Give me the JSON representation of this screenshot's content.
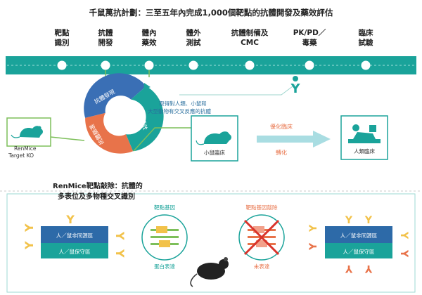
{
  "title": "千鼠萬抗計劃：三至五年內完成1,000個靶點的抗體開發及藥效評估",
  "stages": [
    {
      "l1": "靶點",
      "l2": "識別"
    },
    {
      "l1": "抗體",
      "l2": "開發"
    },
    {
      "l1": "體內",
      "l2": "藥效"
    },
    {
      "l1": "體外",
      "l2": "測試"
    },
    {
      "l1": "抗體制備及",
      "l2": "CMC"
    },
    {
      "l1": "PK/PD／",
      "l2": "毒藥"
    },
    {
      "l1": "臨床",
      "l2": "試驗"
    }
  ],
  "cycle": {
    "seg1": "抗體發現",
    "seg2": "體內藥效",
    "seg3": "抗體篩選"
  },
  "cross_note": {
    "l1": "取得對人類、小鼠和",
    "l2": "大型動物有交叉反應的抗體"
  },
  "renmice": {
    "l1": "RenMice",
    "l2": "Target KO"
  },
  "mouse_clinic": "小鼠臨床",
  "translation": {
    "top": "優化臨床",
    "bottom": "轉化"
  },
  "human_clinic": "人類臨床",
  "knockout": {
    "l1": "RenMice靶點敲除：抗體的",
    "l2": "多表位及多物種交叉識別"
  },
  "left_panel": {
    "top": "人／鼠非同源區",
    "bottom": "人／鼠保守區"
  },
  "gene_left": {
    "title": "靶點基因",
    "caption": "蛋白表達"
  },
  "gene_right": {
    "title": "靶點基因敲除",
    "caption": "未表達"
  },
  "right_panel": {
    "top": "人／鼠非同源區",
    "bottom": "人／鼠保守區"
  },
  "colors": {
    "teal": "#1aa39a",
    "blue": "#3a6fb5",
    "green": "#7dbf5a",
    "orange": "#e8734a",
    "yellow": "#f2c24a",
    "red": "#d9342b"
  }
}
